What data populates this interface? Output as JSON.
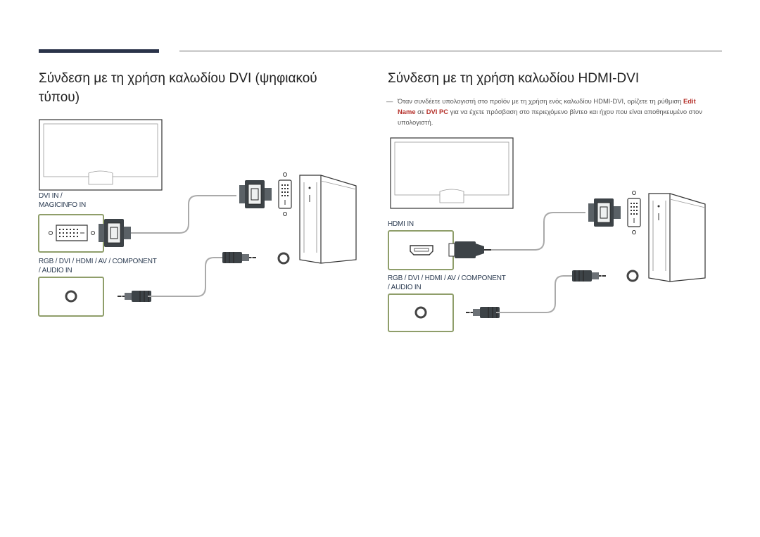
{
  "header": {
    "accent_color": "#2a3349"
  },
  "left": {
    "title": "Σύνδεση με τη χρήση καλωδίου DVI (ψηφιακού τύπου)",
    "port1_line1": "DVI IN /",
    "port1_line2": "MAGICINFO IN",
    "port2_line1": "RGB / DVI / HDMI / AV / COMPONENT",
    "port2_line2": "/ AUDIO IN"
  },
  "right": {
    "title": "Σύνδεση με τη χρήση καλωδίου HDMI-DVI",
    "note": {
      "dash": "―",
      "part1": "Όταν συνδέετε υπολογιστή στο προϊόν με τη χρήση ενός καλωδίου HDMI-DVI, ορίζετε τη ρύθμιση ",
      "edit_name": "Edit Name",
      "part2": " σε ",
      "dvi_pc": "DVI PC",
      "part3": " για να έχετε πρόσβαση στο περιεχόμενο βίντεο και ήχου που είναι αποθηκευμένο στον υπολογιστή."
    },
    "port1_line1": "HDMI IN",
    "port2_line1": "RGB / DVI / HDMI / AV / COMPONENT",
    "port2_line2": "/ AUDIO IN"
  },
  "colors": {
    "port_box": "#8f9e6a",
    "highlight": "#b5302a",
    "cable": "#aaaaaa",
    "connector": "#3d4347"
  }
}
